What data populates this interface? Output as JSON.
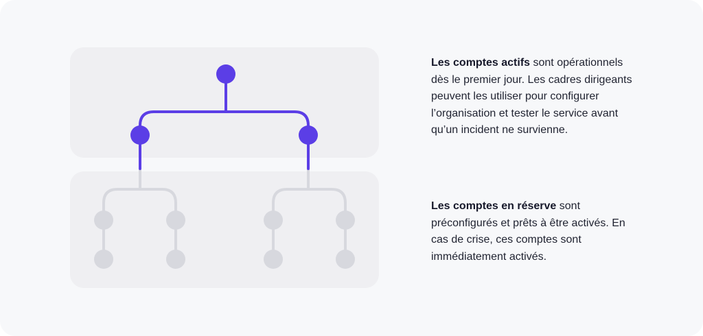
{
  "colors": {
    "accent": "#5b3ee6",
    "inactive_node": "#d7d8de",
    "inactive_line": "#d7d8de",
    "panel": "#efeff2",
    "page_bg": "#f7f8fa",
    "text": "#1f2230"
  },
  "diagram": {
    "active_tier": {
      "nodes": 3,
      "state": "active"
    },
    "reserve_tier": {
      "nodes": 8,
      "state": "reserve"
    }
  },
  "active_accounts": {
    "lead": "Les comptes actifs",
    "body": " sont opérationnels dès le premier jour. Les cadres dirigeants peuvent les utiliser pour configurer l’organisation et tester le service avant qu’un incident ne survienne."
  },
  "reserve_accounts": {
    "lead": "Les comptes en réserve",
    "body": " sont préconfigurés et prêts à être activés. En cas de crise, ces comptes sont immédiatement activés."
  }
}
